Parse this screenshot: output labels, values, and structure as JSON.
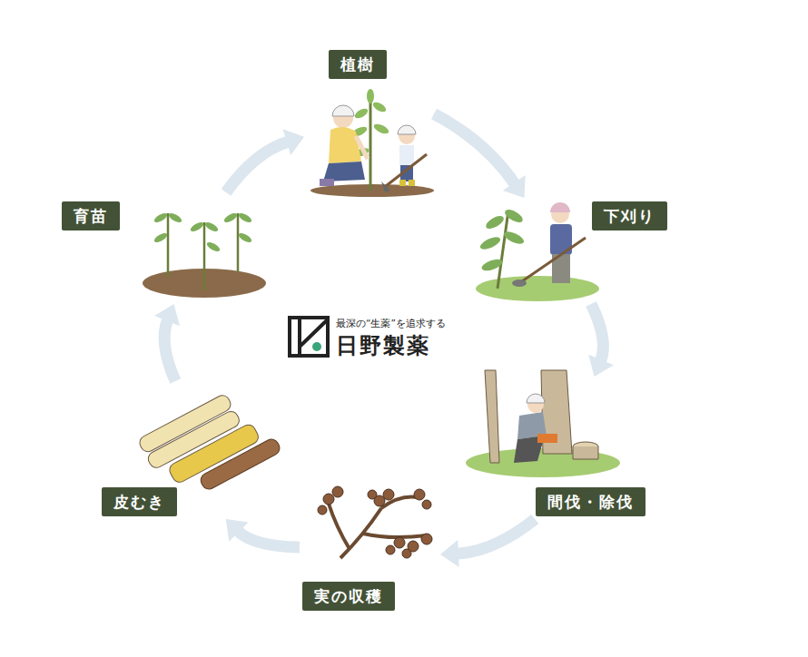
{
  "diagram": {
    "nodes": [
      {
        "text": [
          "植樹"
        ]
      },
      {
        "text": [
          "下刈り"
        ]
      },
      {
        "text": [
          "間伐・除伐"
        ]
      },
      {
        "text": [
          "実の収穫"
        ]
      },
      {
        "text": [
          "皮むき"
        ]
      },
      {
        "text": [
          "育苗"
        ]
      }
    ],
    "edges": [
      {
        "from": 0,
        "to": 1,
        "arrow": "to"
      },
      {
        "from": 1,
        "to": 2,
        "arrow": "to"
      },
      {
        "from": 2,
        "to": 3,
        "arrow": "to"
      },
      {
        "from": 3,
        "to": 4,
        "arrow": "to"
      },
      {
        "from": 4,
        "to": 5,
        "arrow": "to"
      },
      {
        "from": 5,
        "to": 0,
        "arrow": "to"
      }
    ],
    "labels": [
      "最深の“生薬”を追求する",
      "日野製薬"
    ]
  }
}
